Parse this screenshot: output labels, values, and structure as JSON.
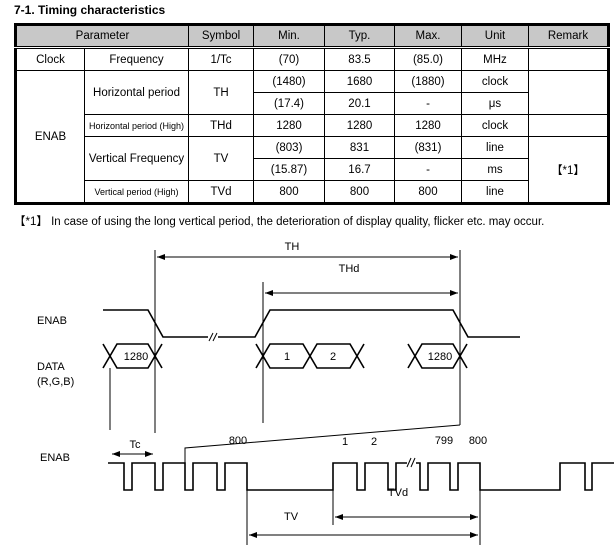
{
  "title": "7-1. Timing characteristics",
  "table": {
    "headers": [
      "Parameter",
      "Symbol",
      "Min.",
      "Typ.",
      "Max.",
      "Unit",
      "Remark"
    ],
    "clock": {
      "group": "Clock",
      "param": "Frequency",
      "symbol": "1/Tc",
      "min": "(70)",
      "typ": "83.5",
      "max": "(85.0)",
      "unit": "MHz",
      "remark": ""
    },
    "enab_group": "ENAB",
    "th": {
      "param": "Horizontal period",
      "symbol": "TH",
      "rows": [
        {
          "min": "(1480)",
          "typ": "1680",
          "max": "(1880)",
          "unit": "clock"
        },
        {
          "min": "(17.4)",
          "typ": "20.1",
          "max": "-",
          "unit": "μs"
        }
      ]
    },
    "thd": {
      "param": "Horizontal period (High)",
      "symbol": "THd",
      "min": "1280",
      "typ": "1280",
      "max": "1280",
      "unit": "clock"
    },
    "tv": {
      "param": "Vertical Frequency",
      "symbol": "TV",
      "rows": [
        {
          "min": "(803)",
          "typ": "831",
          "max": "(831)",
          "unit": "line"
        },
        {
          "min": "(15.87)",
          "typ": "16.7",
          "max": "-",
          "unit": "ms"
        }
      ],
      "remark": "【*1】"
    },
    "tvd": {
      "param": "Vertical period (High)",
      "symbol": "TVd",
      "min": "800",
      "typ": "800",
      "max": "800",
      "unit": "line"
    }
  },
  "note": "【*1】 In case of using the long vertical period, the deterioration of display quality, flicker etc. may occur.",
  "diagram": {
    "th": "TH",
    "thd": "THd",
    "enab": "ENAB",
    "data": "DATA",
    "rgb": "(R,G,B)",
    "d1280": "1280",
    "d1": "1",
    "d2": "2",
    "tc": "Tc",
    "l800a": "800",
    "l1": "1",
    "l2": "2",
    "l799": "799",
    "l800b": "800",
    "tvd": "TVd",
    "tv": "TV"
  }
}
